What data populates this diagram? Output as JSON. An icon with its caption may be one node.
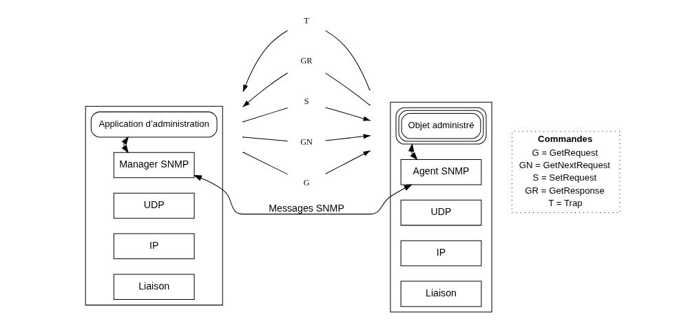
{
  "diagram": {
    "nodes": [
      {
        "text": [],
        "shape": "box"
      },
      {
        "text": [
          "Application d’administration"
        ],
        "in": 0
      },
      {
        "text": [
          "Manager SNMP"
        ],
        "in": 0
      },
      {
        "text": [
          "UDP"
        ],
        "in": 0
      },
      {
        "text": [
          "IP"
        ],
        "in": 0
      },
      {
        "text": [
          "Liaison"
        ],
        "in": 0
      },
      {
        "text": [],
        "shape": "box"
      },
      {
        "text": [
          "Objet administré"
        ],
        "in": 6
      },
      {
        "text": [
          "Agent SNMP"
        ],
        "in": 6
      },
      {
        "text": [
          "UDP"
        ],
        "in": 6
      },
      {
        "text": [
          "IP"
        ],
        "in": 6
      },
      {
        "text": [
          "Liaison"
        ],
        "in": 6
      },
      {
        "text": [
          "Commandes",
          "G = GetRequest",
          "GN = GetNextRequest",
          "S = SetRequest",
          "GR = GetResponse",
          "T = Trap"
        ]
      }
    ],
    "edges": [
      {
        "from": 1,
        "to": 2,
        "arrow": "both",
        "style": "dashed"
      },
      {
        "from": 7,
        "to": 8,
        "arrow": "both",
        "style": "dashed"
      },
      {
        "from": 2,
        "to": 8,
        "arrow": "both",
        "label": "Messages SNMP"
      }
    ],
    "labels": [
      "G",
      "GN",
      "S",
      "GR",
      "T"
    ]
  }
}
